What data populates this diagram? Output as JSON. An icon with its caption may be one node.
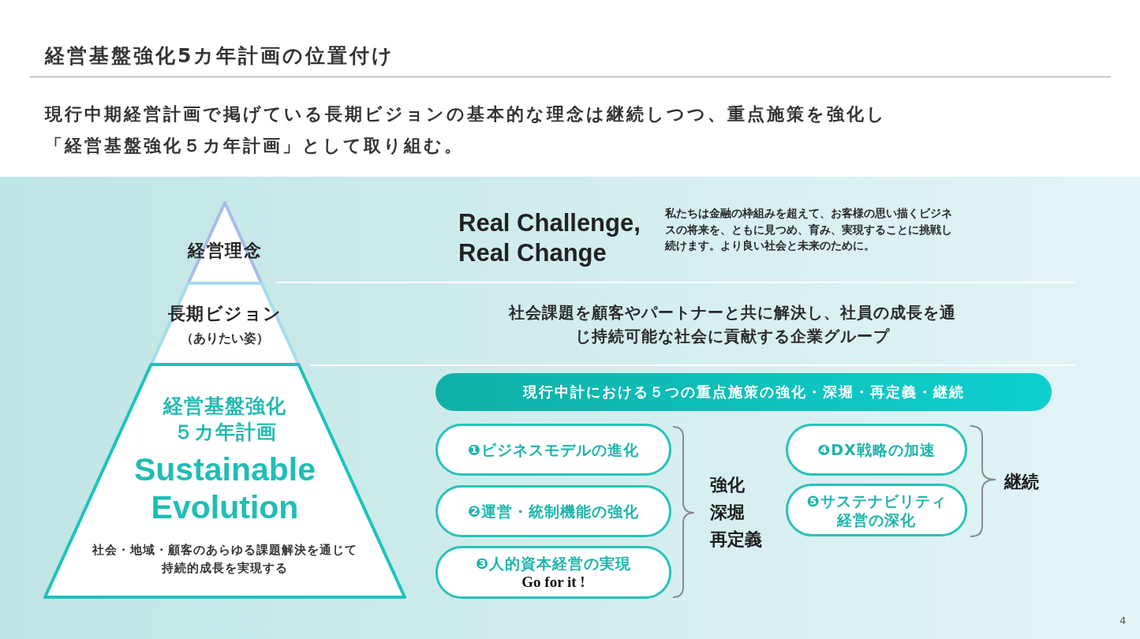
{
  "diagram": {
    "title": "経営基盤強化5カ年計画の位置付け",
    "nodes": [
      {
        "text": [
          "経営理念"
        ]
      },
      {
        "text": [
          "長期ビジョン",
          "（ありたい姿）"
        ]
      },
      {
        "text": [
          "経営基盤強化５カ年計画",
          "Sustainable Evolution",
          "社会・地域・顧客のあらゆる課題解決を通じて持続的成長を実現する"
        ]
      },
      {
        "text": [
          "現行中計における５つの重点施策の強化・深堀・再定義・継続"
        ]
      },
      {
        "text": [
          "❶ビジネスモデルの進化"
        ]
      },
      {
        "text": [
          "❷運営・統制機能の強化"
        ]
      },
      {
        "text": [
          "❸人的資本経営の実現",
          "Go for it !"
        ]
      },
      {
        "text": [
          "❹DX戦略の加速"
        ]
      },
      {
        "text": [
          "❺サステナビリティ経営の深化"
        ]
      }
    ],
    "labels": [
      "現行中期経営計画で掲げている長期ビジョンの基本的な理念は継続しつつ、重点施策を強化し「経営基盤強化５カ年計画」として取り組む。",
      "Real Challenge, Real Change",
      "私たちは金融の枠組みを超えて、お客様の思い描くビジネスの将来を、ともに見つめ、育み、実現することに挑戦し続けます。より良い社会と未来のために。",
      "社会課題を顧客やパートナーと共に解決し、社員の成長を通じ持続可能な社会に貢献する企業グループ",
      "強化",
      "深堀",
      "再定義",
      "継続",
      "4"
    ]
  }
}
